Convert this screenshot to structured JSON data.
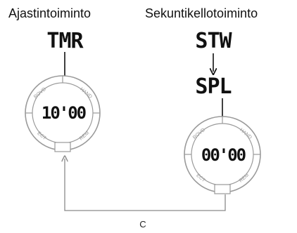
{
  "headings": {
    "left": "Ajastintoiminto",
    "right": "Sekuntikellotoiminto"
  },
  "timer_mode": {
    "mode_code": "TMR",
    "display": "10'00",
    "bezel": {
      "top_left": "ROVD",
      "top_right": "HAND",
      "bottom_left": "ECT",
      "bottom_right": "REM"
    }
  },
  "stopwatch_mode": {
    "mode_code": "STW",
    "sub_mode_code": "SPL",
    "display": "00'00",
    "bezel": {
      "top_left": "ROVD",
      "top_right": "HAND",
      "bottom_left": "ECT",
      "bottom_right": "REM"
    }
  },
  "connector": {
    "button_label": "C"
  },
  "colors": {
    "ink": "#111111",
    "outline": "#9a9a9a",
    "connector": "#8a8a8a"
  }
}
